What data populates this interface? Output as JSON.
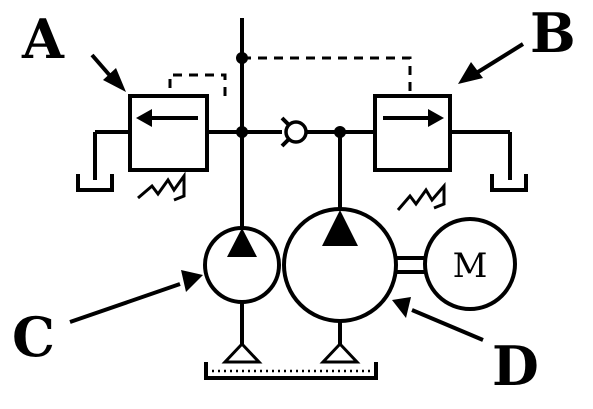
{
  "labels": {
    "a": "A",
    "b": "B",
    "c": "C",
    "d": "D",
    "motor": "M"
  }
}
